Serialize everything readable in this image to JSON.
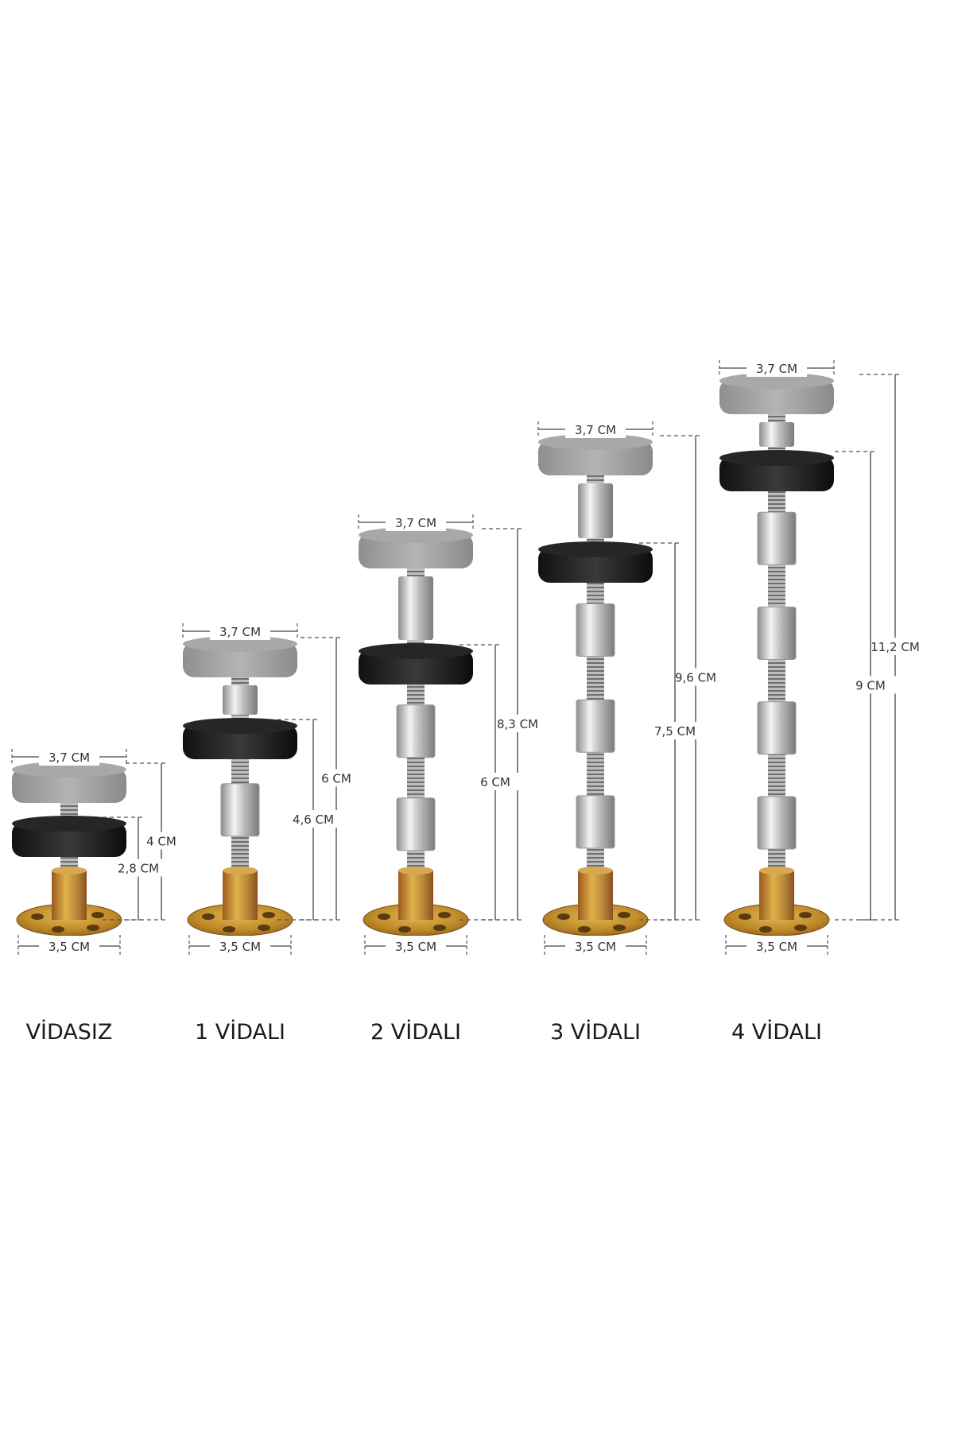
{
  "columns": [
    {
      "label": "VİDASIZ",
      "top_width": "3,7 CM",
      "base_width": "3,5 CM",
      "outer_height": "4 CM",
      "inner_height": "2,8 CM",
      "nuts": 0
    },
    {
      "label": "1 VİDALI",
      "top_width": "3,7 CM",
      "base_width": "3,5 CM",
      "outer_height": "6 CM",
      "inner_height": "4,6 CM",
      "nuts": 1
    },
    {
      "label": "2 VİDALI",
      "top_width": "3,7 CM",
      "base_width": "3,5 CM",
      "outer_height": "8,3 CM",
      "inner_height": "6 CM",
      "nuts": 2
    },
    {
      "label": "3 VİDALI",
      "top_width": "3,7 CM",
      "base_width": "3,5 CM",
      "outer_height": "9,6 CM",
      "inner_height": "7,5 CM",
      "nuts": 3
    },
    {
      "label": "4 VİDALI",
      "top_width": "3,7 CM",
      "base_width": "3,5 CM",
      "outer_height": "11,2 CM",
      "inner_height": "9 CM",
      "nuts": 4
    }
  ],
  "colors": {
    "black_pad": "#1e1e1e",
    "gray_pad": "#a2a2a2",
    "brass": "#c08a2a",
    "steel": "#c8c8c8"
  }
}
